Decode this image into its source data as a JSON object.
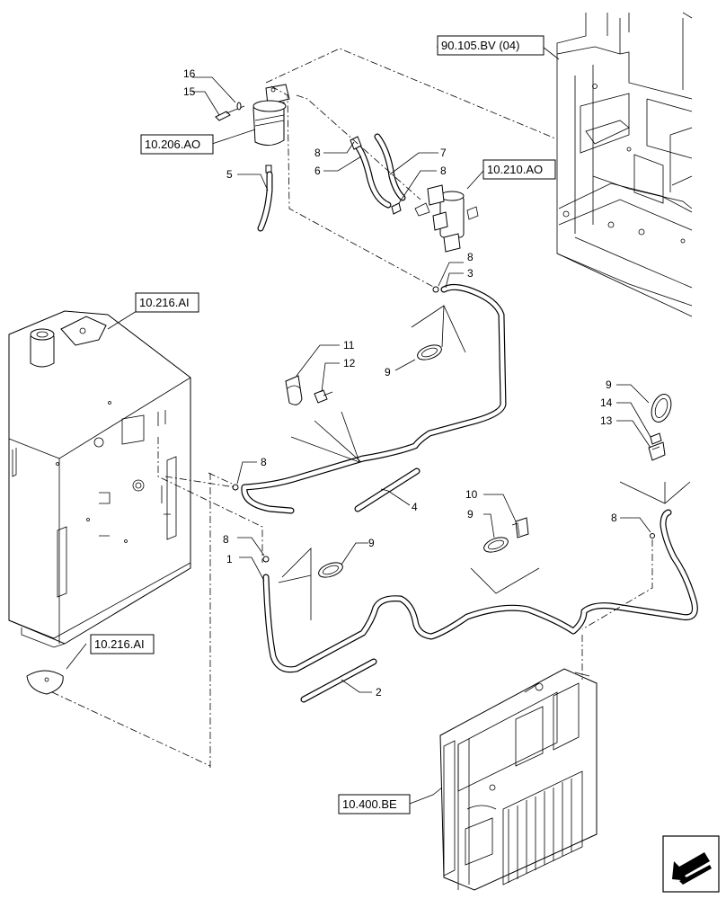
{
  "references": {
    "frame": "90.105.BV (04)",
    "filter": "10.206.AO",
    "pump": "10.210.AO",
    "tank_top": "10.216.AI",
    "tank_bottom": "10.216.AI",
    "cooler": "10.400.BE"
  },
  "callouts": {
    "c1": "1",
    "c2": "2",
    "c3": "3",
    "c4": "4",
    "c5": "5",
    "c6": "6",
    "c7": "7",
    "c8a": "8",
    "c8b": "8",
    "c8c": "8",
    "c8d": "8",
    "c8e": "8",
    "c8f": "8",
    "c9a": "9",
    "c9b": "9",
    "c9c": "9",
    "c9d": "9",
    "c10": "10",
    "c11": "11",
    "c12": "12",
    "c13": "13",
    "c14": "14",
    "c15": "15",
    "c16": "16"
  },
  "icons": {
    "nav": "arrow-left-down-icon"
  }
}
